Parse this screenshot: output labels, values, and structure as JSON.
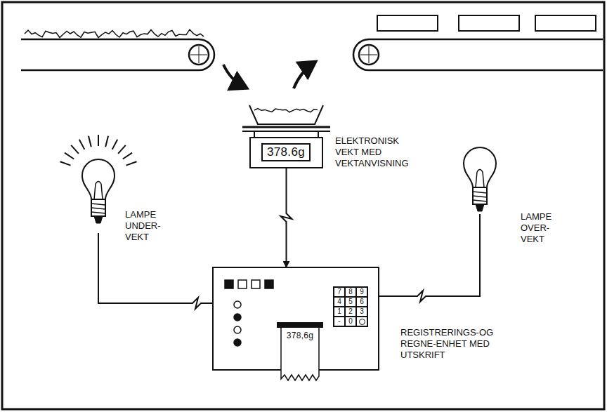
{
  "diagram": {
    "nodes": [
      {
        "text": [
          "378.6g",
          "ELEKTRONISK VEKT MED VEKTANVISNING"
        ]
      },
      {
        "text": [
          "LAMPE UNDER- VEKT"
        ]
      },
      {
        "text": [
          "LAMPE OVER- VEKT"
        ]
      },
      {
        "text": [
          "378,6g",
          "REGISTRERINGS-OG REGNE-ENHET MED UTSKRIFT"
        ]
      }
    ],
    "edges": [
      {
        "from": 0,
        "to": 3,
        "arrow": "to"
      },
      {
        "from": 3,
        "to": 1,
        "arrow": "none"
      },
      {
        "from": 3,
        "to": 2,
        "arrow": "none"
      }
    ],
    "labels": [
      "7",
      "8",
      "9",
      "4",
      "5",
      "6",
      "1",
      "2",
      "3",
      "-",
      "0"
    ]
  }
}
